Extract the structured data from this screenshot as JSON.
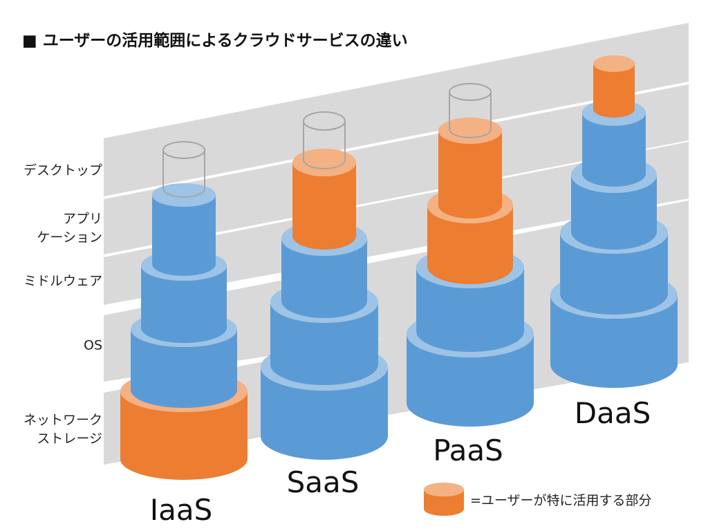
{
  "title": "■ ユーザーの活用範囲によるクラウドサービスの違い",
  "colors": {
    "band": "#d9d9d9",
    "blue_side": "#5b9bd5",
    "blue_top": "#9dc3e6",
    "orange_side": "#ed7d31",
    "orange_top": "#f4b183",
    "outline_stroke": "#a6a6a6"
  },
  "layers": [
    {
      "key": "network",
      "lines": [
        "ネットワーク",
        "ストレージ"
      ]
    },
    {
      "key": "os",
      "lines": [
        "OS"
      ]
    },
    {
      "key": "middleware",
      "lines": [
        "ミドルウェア"
      ]
    },
    {
      "key": "application",
      "lines": [
        "アプリ",
        "ケーション"
      ]
    },
    {
      "key": "desktop",
      "lines": [
        "デスクトップ"
      ]
    }
  ],
  "services": [
    {
      "name": "IaaS",
      "tiers": [
        "user",
        "provider",
        "provider",
        "provider",
        "none"
      ]
    },
    {
      "name": "SaaS",
      "tiers": [
        "provider",
        "provider",
        "provider",
        "user",
        "none"
      ]
    },
    {
      "name": "PaaS",
      "tiers": [
        "provider",
        "provider",
        "user",
        "user",
        "none"
      ]
    },
    {
      "name": "DaaS",
      "tiers": [
        "provider",
        "provider",
        "provider",
        "provider",
        "user"
      ]
    }
  ],
  "legend": {
    "label": "=ユーザーが特に活用する部分",
    "meaning": "user"
  }
}
